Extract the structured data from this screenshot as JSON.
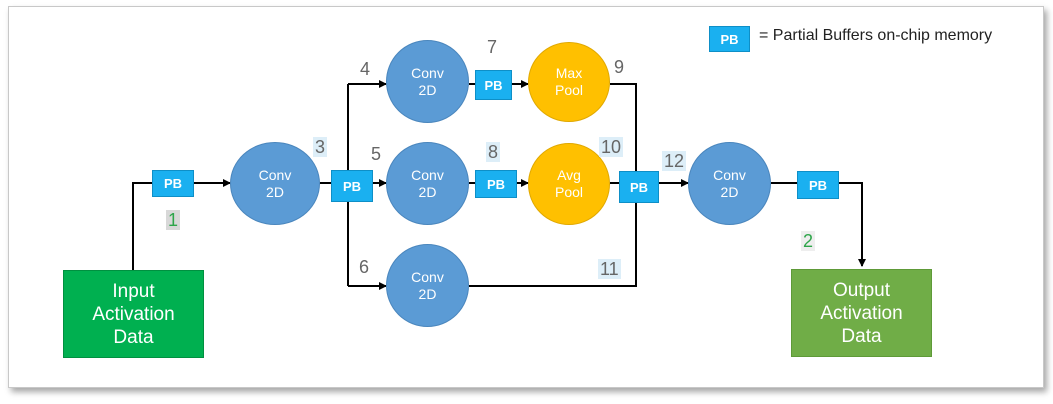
{
  "legend": {
    "pb_label": "PB",
    "text": "= Partial Buffers on-chip memory"
  },
  "nodes": {
    "input": "Input\nActivation\nData",
    "output": "Output\nActivation\nData",
    "conv": "Conv\n2D",
    "max_pool": "Max\nPool",
    "avg_pool": "Avg\nPool",
    "pb": "PB"
  },
  "labels": [
    "1",
    "2",
    "3",
    "4",
    "5",
    "6",
    "7",
    "8",
    "9",
    "10",
    "11",
    "12"
  ],
  "colors": {
    "conv": "#5b9bd5",
    "pool": "#ffc000",
    "pb": "#1ab0f0",
    "input": "#00b050",
    "output": "#70ad47"
  }
}
